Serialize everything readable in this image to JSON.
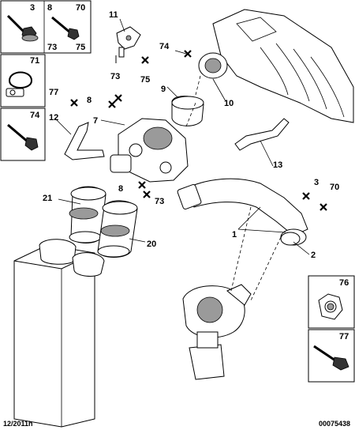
{
  "callouts": {
    "c1": "1",
    "c2": "2",
    "c3": "3",
    "c7": "7",
    "c8": "8",
    "c9": "9",
    "c10": "10",
    "c11": "11",
    "c12": "12",
    "c13": "13",
    "c20": "20",
    "c21": "21",
    "c70": "70",
    "c73": "73",
    "c74": "74",
    "c75": "75",
    "c77": "77"
  },
  "legend_boxes": {
    "box_a": {
      "top_left": "3",
      "top_mid": "8",
      "top_right": "70",
      "bottom_left": "73",
      "bottom_right": "75"
    },
    "box_b": "71",
    "box_c": "74",
    "box_d": "76",
    "box_e": "77"
  },
  "footer": {
    "date": "12/2011h",
    "reference": "00075438"
  }
}
